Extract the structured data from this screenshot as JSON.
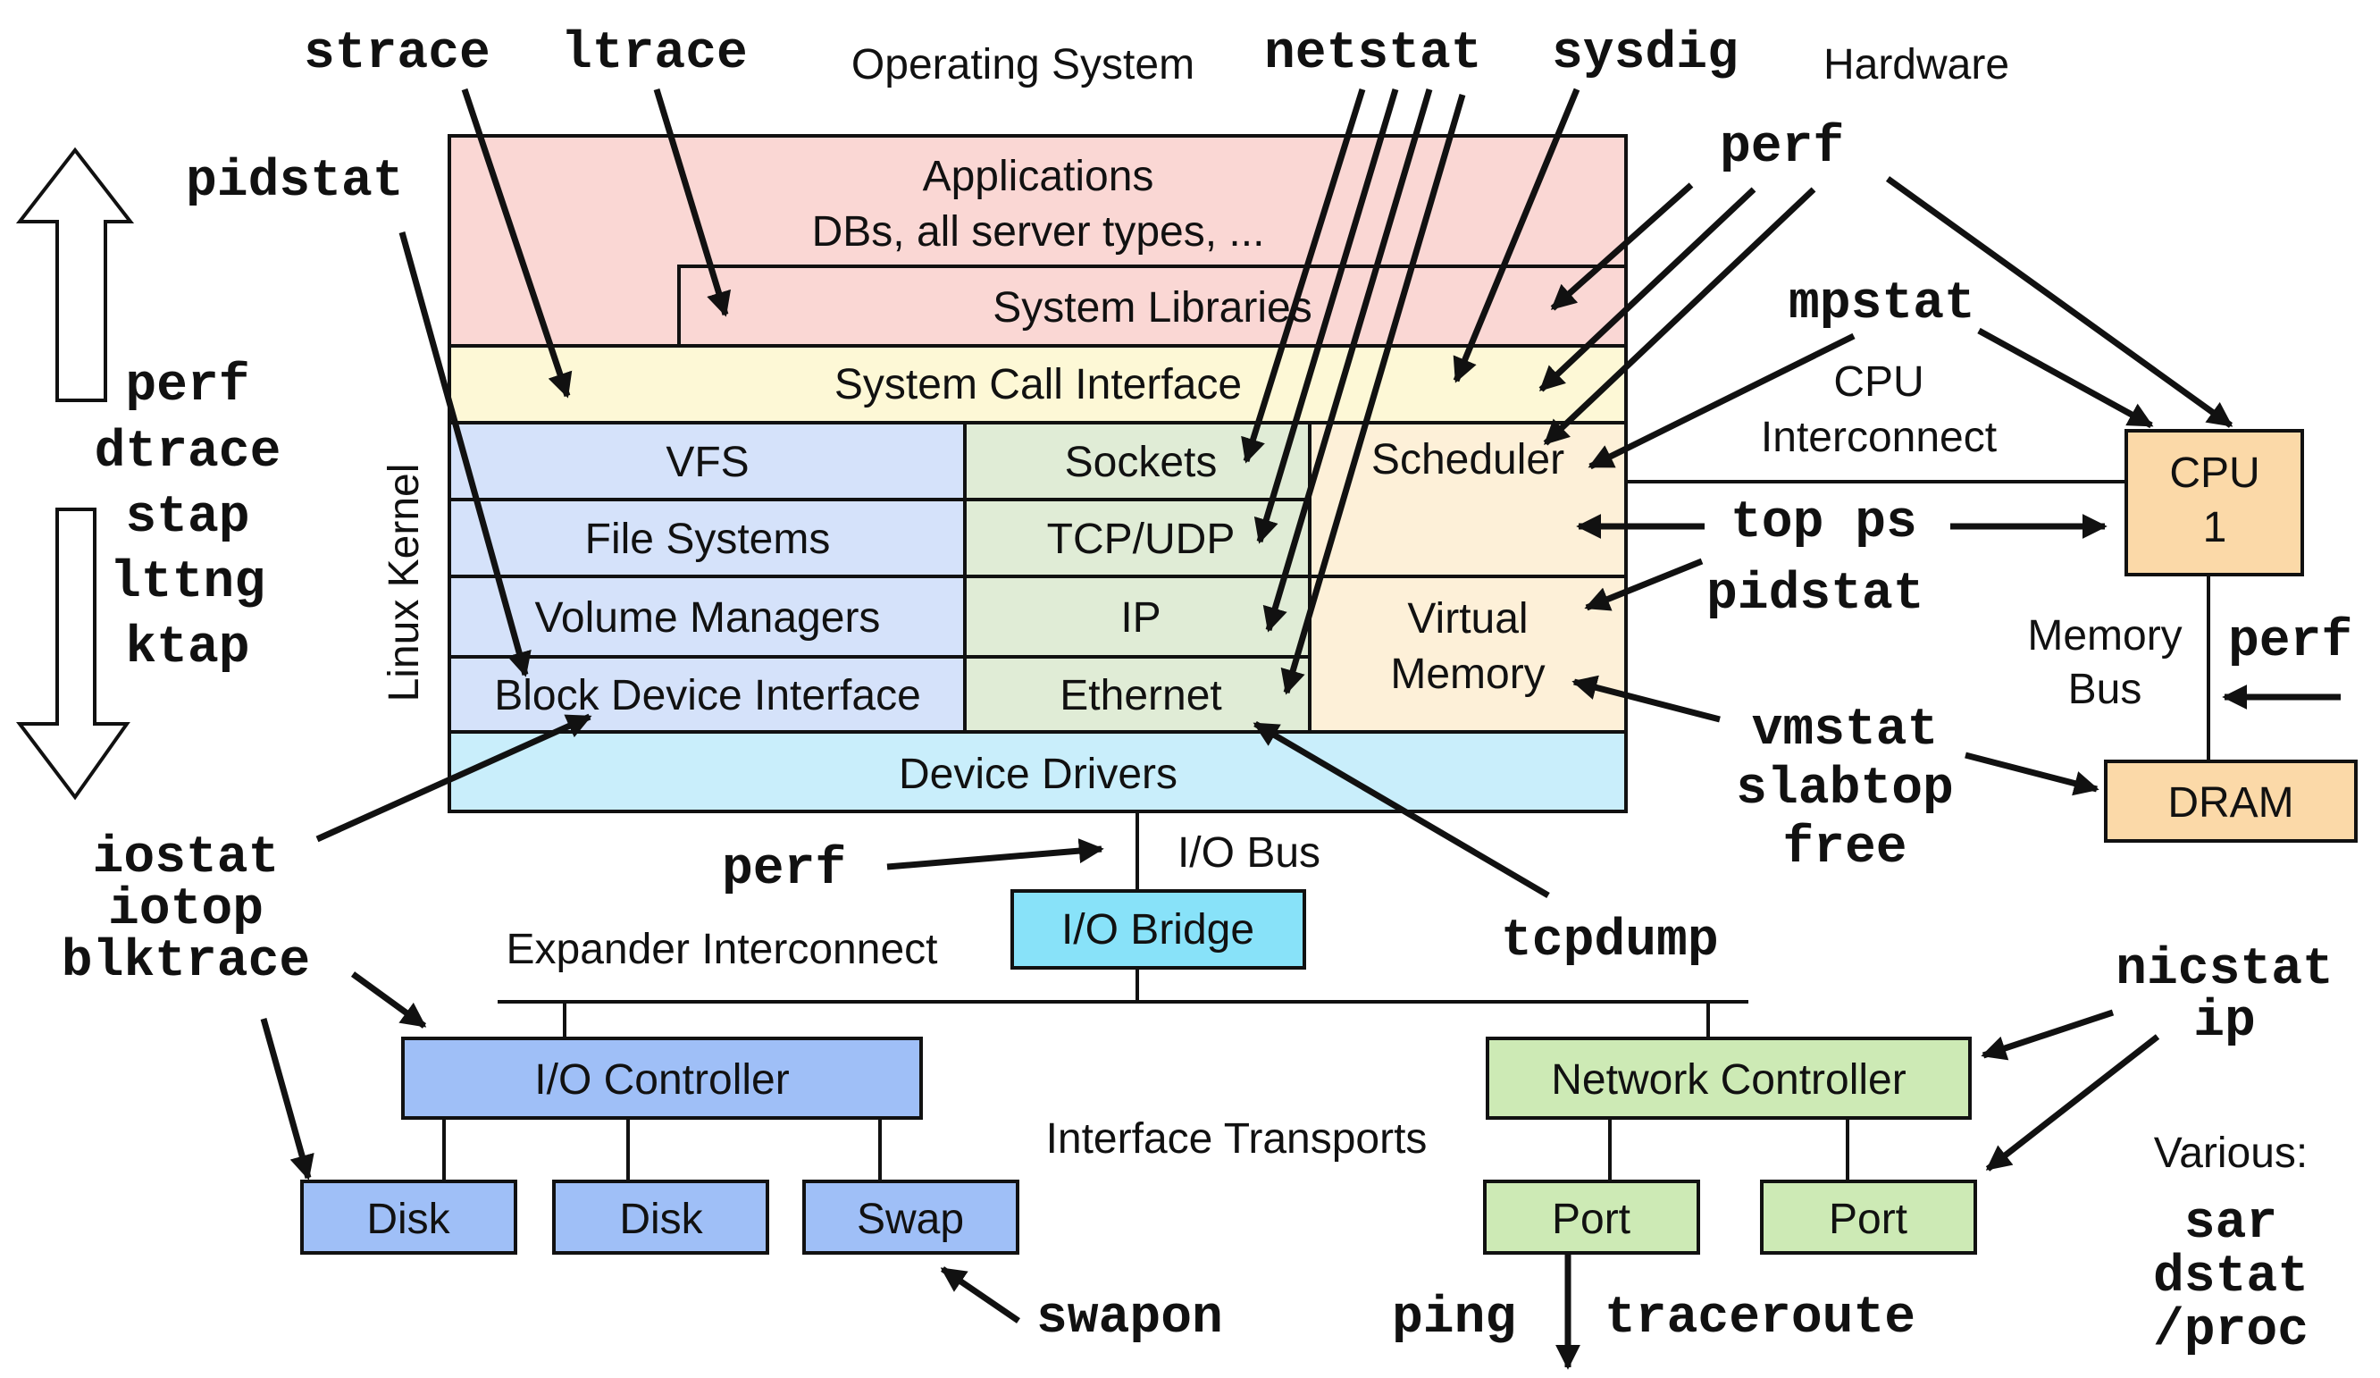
{
  "headers": {
    "operating_system": "Operating System",
    "hardware": "Hardware",
    "linux_kernel": "Linux Kernel",
    "cpu_interconnect_1": "CPU",
    "cpu_interconnect_2": "Interconnect",
    "memory_bus_1": "Memory",
    "memory_bus_2": "Bus",
    "io_bus": "I/O Bus",
    "expander_interconnect": "Expander Interconnect",
    "interface_transports": "Interface Transports",
    "various": "Various:"
  },
  "layers": {
    "applications_1": "Applications",
    "applications_2": "DBs, all server types, ...",
    "system_libraries": "System Libraries",
    "system_call_interface": "System Call Interface",
    "vfs": "VFS",
    "file_systems": "File Systems",
    "volume_managers": "Volume Managers",
    "block_device_interface": "Block Device Interface",
    "sockets": "Sockets",
    "tcp_udp": "TCP/UDP",
    "ip": "IP",
    "ethernet": "Ethernet",
    "scheduler": "Scheduler",
    "virtual_memory_1": "Virtual",
    "virtual_memory_2": "Memory",
    "device_drivers": "Device Drivers"
  },
  "hardware": {
    "cpu_1": "CPU",
    "cpu_2": "1",
    "dram": "DRAM",
    "io_bridge": "I/O Bridge",
    "io_controller": "I/O Controller",
    "disk_1": "Disk",
    "disk_2": "Disk",
    "swap": "Swap",
    "network_controller": "Network Controller",
    "port_1": "Port",
    "port_2": "Port"
  },
  "tools": {
    "strace": "strace",
    "ltrace": "ltrace",
    "netstat": "netstat",
    "sysdig": "sysdig",
    "pidstat_left": "pidstat",
    "perf_top_right": "perf",
    "mpstat": "mpstat",
    "perf_left": "perf",
    "dtrace": "dtrace",
    "stap": "stap",
    "lttng": "lttng",
    "ktap": "ktap",
    "top_ps": "top ps",
    "pidstat_right": "pidstat",
    "perf_memory": "perf",
    "vmstat": "vmstat",
    "slabtop": "slabtop",
    "free": "free",
    "iostat": "iostat",
    "iotop": "iotop",
    "blktrace": "blktrace",
    "perf_io": "perf",
    "tcpdump": "tcpdump",
    "nicstat": "nicstat",
    "ip": "ip",
    "swapon": "swapon",
    "ping": "ping",
    "traceroute": "traceroute",
    "sar": "sar",
    "dstat": "dstat",
    "proc": "/proc"
  },
  "colors": {
    "applications": "#fad7d4",
    "syscall": "#fdf8d6",
    "storage_stack": "#d5e2fa",
    "network_stack": "#e0ecd6",
    "scheduler_vm": "#fdf0d8",
    "device_drivers": "#c9eefb",
    "cpu_dram": "#fbd9a8",
    "io_bridge": "#88e2f9",
    "io_devices": "#9fbff7",
    "net_devices": "#cdeab5"
  }
}
